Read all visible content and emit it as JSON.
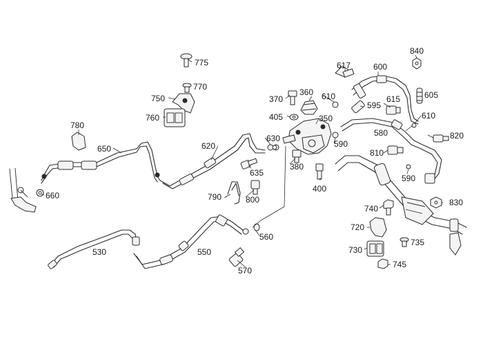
{
  "parts": {
    "p530": "530",
    "p550": "550",
    "p560": "560",
    "p570": "570",
    "p580": "580",
    "p590a": "590",
    "p590b": "590",
    "p595": "595",
    "p600": "600",
    "p605": "605",
    "p610a": "610",
    "p610b": "610",
    "p615": "615",
    "p617": "617",
    "p620": "620",
    "p630": "630",
    "p635": "635",
    "p650": "650",
    "p660": "660",
    "p720": "720",
    "p730": "730",
    "p735": "735",
    "p740": "740",
    "p745": "745",
    "p750": "750",
    "p760": "760",
    "p770": "770",
    "p775": "775",
    "p780": "780",
    "p790": "790",
    "p800": "800",
    "p810": "810",
    "p820": "820",
    "p830": "830",
    "p840": "840",
    "p350": "350",
    "p360": "360",
    "p370": "370",
    "p380": "380",
    "p400": "400",
    "p405": "405"
  }
}
